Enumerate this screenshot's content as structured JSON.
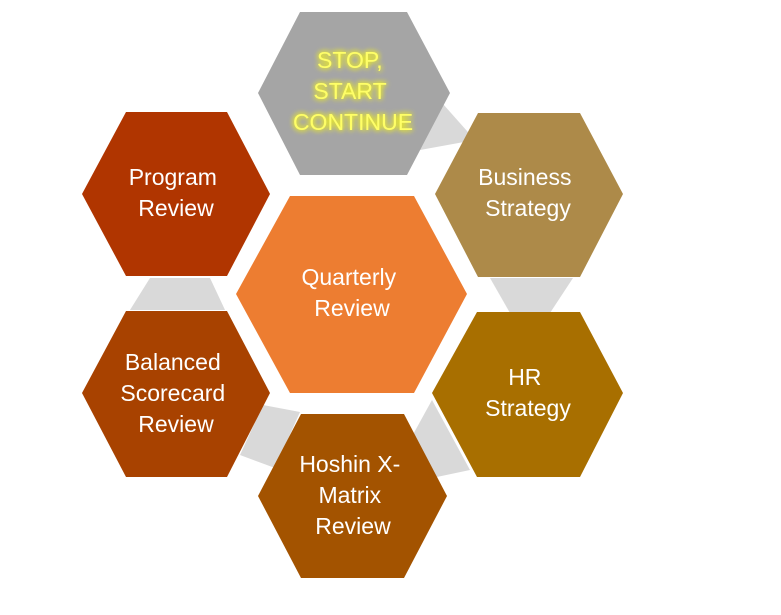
{
  "center": {
    "lines": [
      "Quarterly",
      "Review"
    ],
    "color": "#ED7D31"
  },
  "hexagons": [
    {
      "id": "stop-start-continue",
      "lines": [
        "STOP,",
        "START",
        "CONTINUE"
      ],
      "color": "#A5A5A5",
      "text_color": "#FFFF66",
      "glow": true
    },
    {
      "id": "business-strategy",
      "lines": [
        "Business",
        "Strategy"
      ],
      "color": "#AD8A49"
    },
    {
      "id": "hr-strategy",
      "lines": [
        "HR",
        "Strategy"
      ],
      "color": "#A86F00"
    },
    {
      "id": "hoshin-x-matrix-review",
      "lines": [
        "Hoshin X-",
        "Matrix",
        "Review"
      ],
      "color": "#A35300"
    },
    {
      "id": "balanced-scorecard-review",
      "lines": [
        "Balanced",
        "Scorecard",
        "Review"
      ],
      "color": "#A84200"
    },
    {
      "id": "program-review",
      "lines": [
        "Program",
        "Review"
      ],
      "color": "#B03500"
    }
  ],
  "connector_color": "#D9D9D9"
}
